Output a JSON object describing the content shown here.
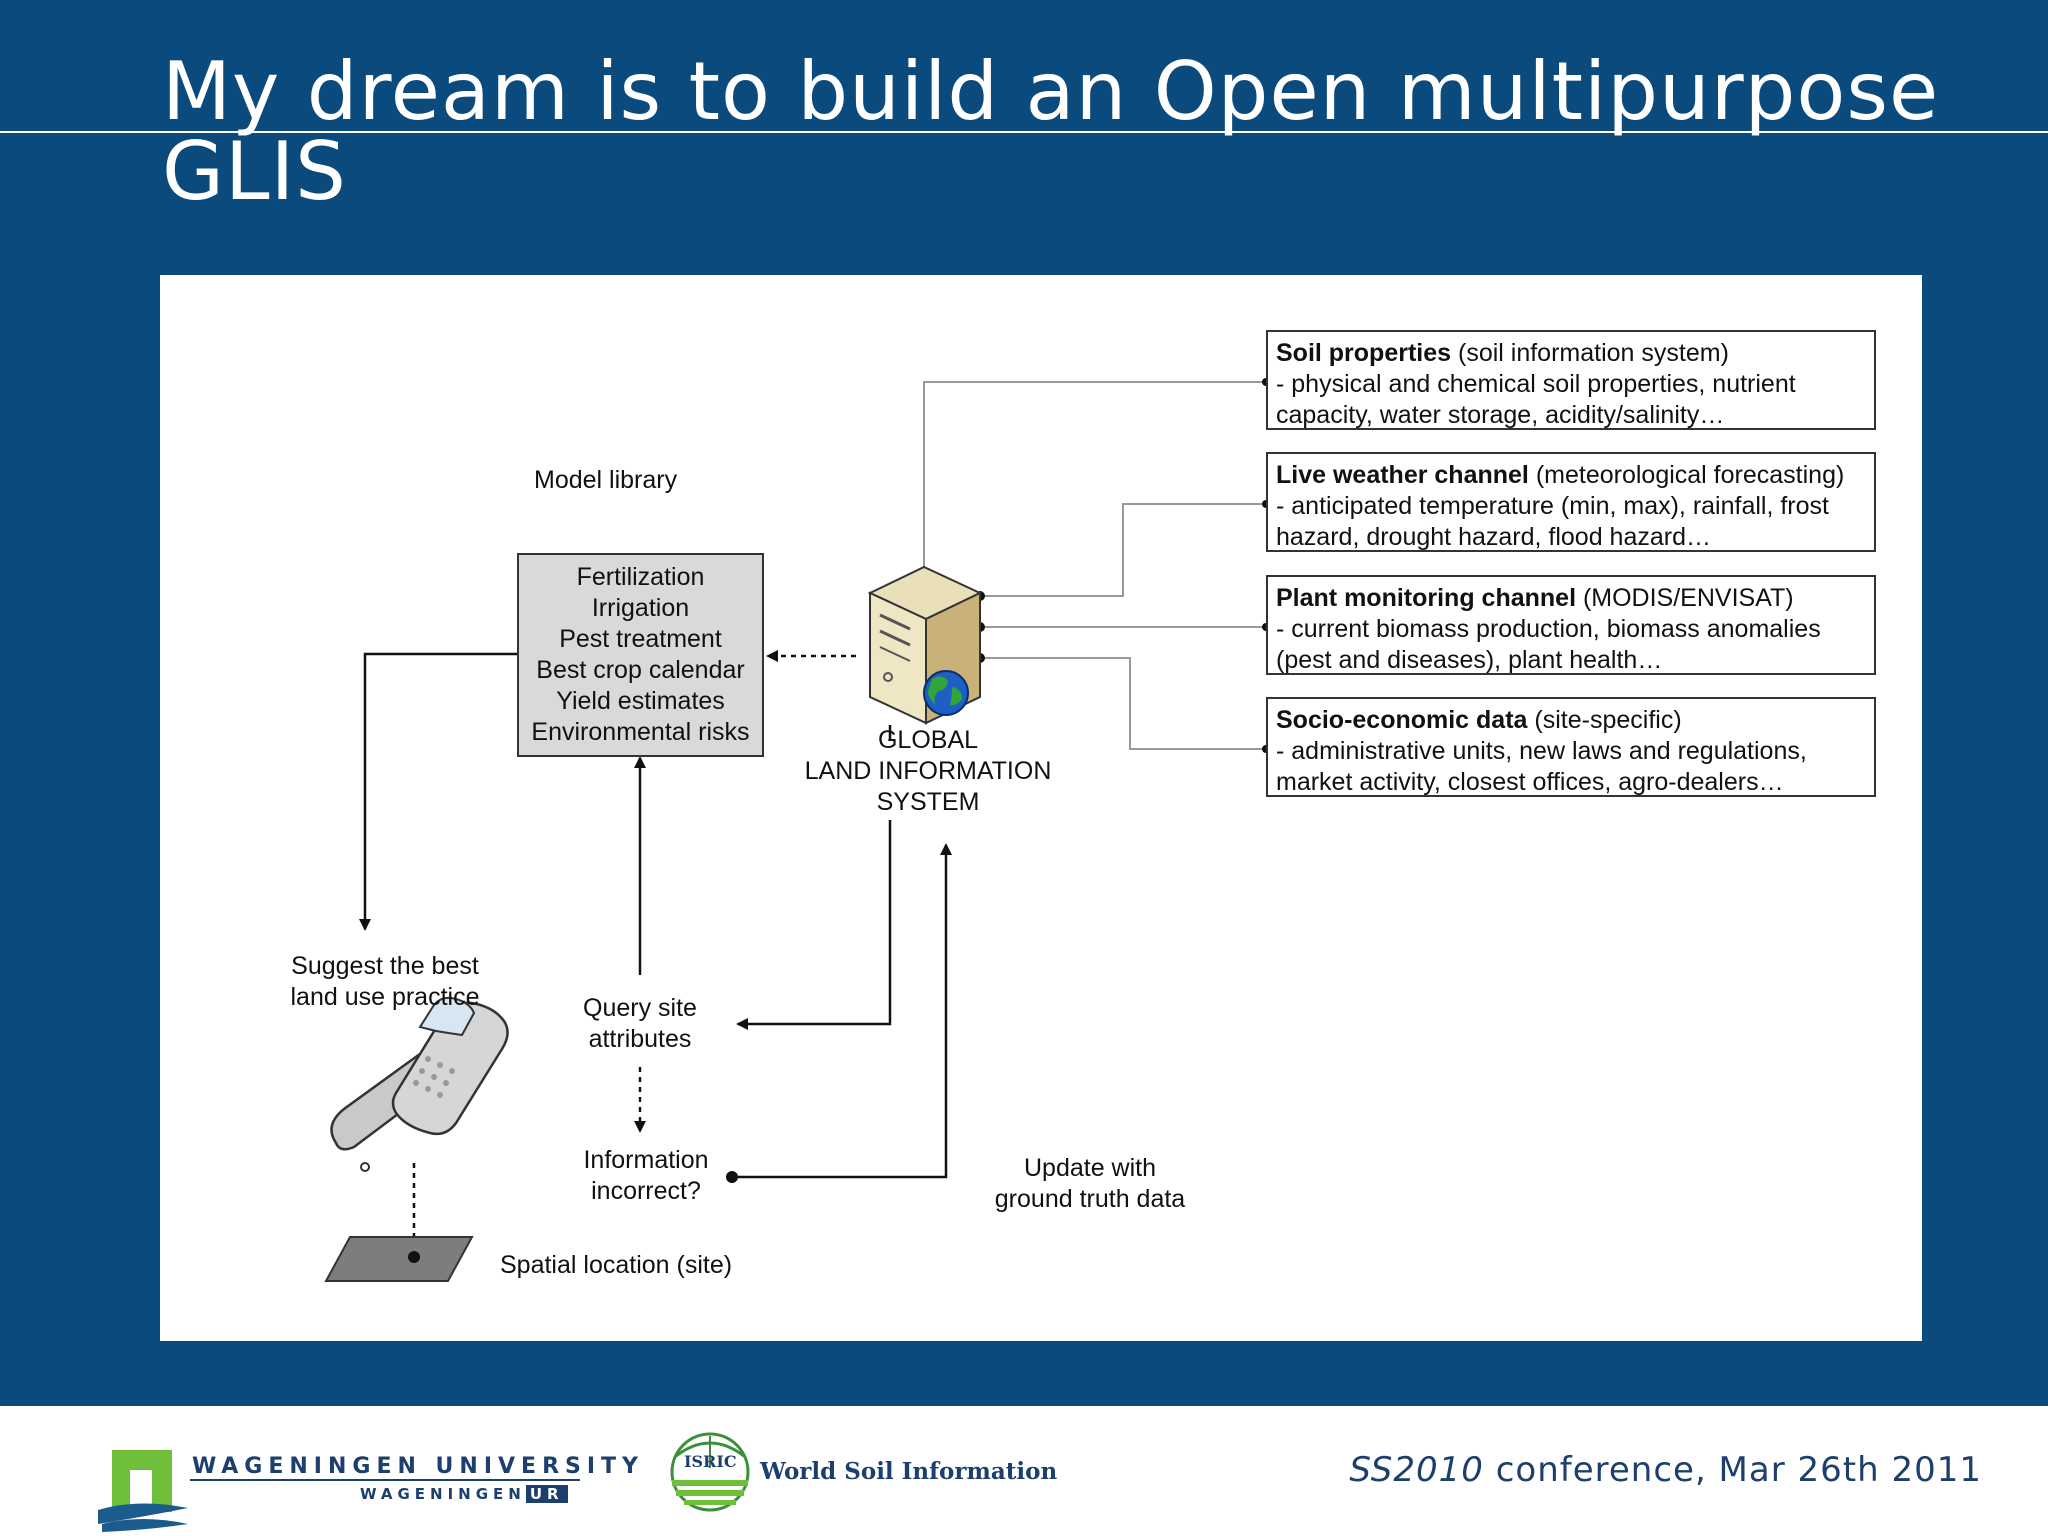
{
  "slide": {
    "title": "My dream is to build an Open multipurpose GLIS"
  },
  "diagram": {
    "model_library_label": "Model library",
    "model_items": [
      "Fertilization",
      "Irrigation",
      "Pest treatment",
      "Best crop calendar",
      "Yield estimates",
      "Environmental risks"
    ],
    "server_label": [
      "GLOBAL",
      "LAND INFORMATION",
      "SYSTEM"
    ],
    "suggest_label": [
      "Suggest the best",
      "land use practice"
    ],
    "query_label": [
      "Query site",
      "attributes"
    ],
    "info_label": [
      "Information",
      "incorrect?"
    ],
    "update_label": [
      "Update with",
      "ground truth data"
    ],
    "spatial_label": "Spatial location (site)",
    "sources": [
      {
        "title": "Soil properties",
        "subtitle": " (soil information system)",
        "lines": [
          "- physical and chemical soil properties, nutrient",
          "capacity, water storage, acidity/salinity…"
        ]
      },
      {
        "title": "Live weather channel",
        "subtitle": " (meteorological forecasting)",
        "lines": [
          "- anticipated temperature (min, max), rainfall, frost",
          "hazard, drought hazard, flood hazard…"
        ]
      },
      {
        "title": "Plant monitoring channel",
        "subtitle": " (MODIS/ENVISAT)",
        "lines": [
          "- current biomass production, biomass anomalies",
          "(pest and diseases), plant health…"
        ]
      },
      {
        "title": "Socio-economic data",
        "subtitle": " (site-specific)",
        "lines": [
          "- administrative units, new laws and regulations,",
          "market activity, closest offices, agro-dealers…"
        ]
      }
    ],
    "icons": [
      "server-icon",
      "globe-icon",
      "mobile-phone-icon",
      "location-plane-icon"
    ]
  },
  "footer": {
    "wur_name": "WAGENINGEN UNIVERSITY",
    "wur_sub": "WAGENINGEN",
    "wur_ur": "UR",
    "isric_badge": "ISRIC",
    "isric_name": "World Soil Information",
    "conference_name": "SS2010",
    "conference_date": " conference, Mar 26th 2011"
  },
  "colors": {
    "background": "#0b4a7c",
    "panel": "#ffffff",
    "model_box": "#d9d9d9",
    "footer_text": "#1c3f6e"
  }
}
